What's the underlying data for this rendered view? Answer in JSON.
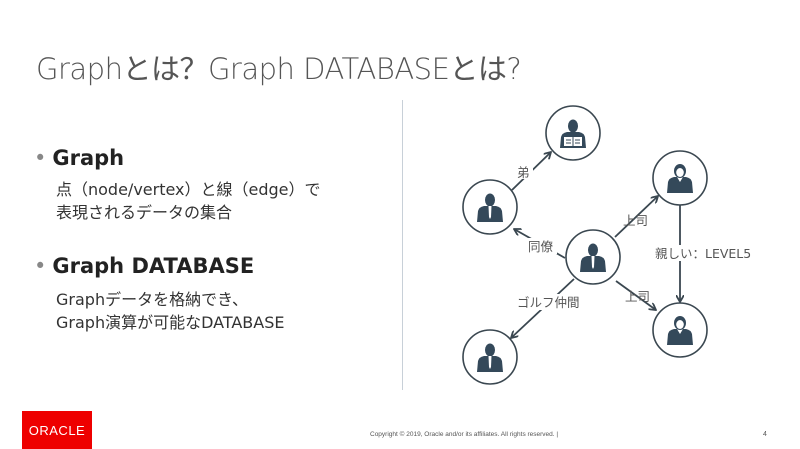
{
  "title": "Graphとは？Graph DATABASEとは?",
  "bullets": [
    {
      "heading": "Graph",
      "lines": [
        "点（node/vertex）と線（edge）で",
        "表現されるデータの集合"
      ]
    },
    {
      "heading": "Graph DATABASE",
      "lines": [
        "Graphデータを格納でき、",
        "Graph演算が可能なDATABASE"
      ]
    }
  ],
  "graph": {
    "node_color": "#34495a",
    "edges": [
      {
        "from": "left-man",
        "to": "reader",
        "label": "弟"
      },
      {
        "from": "center-man",
        "to": "left-man",
        "label": "同僚"
      },
      {
        "from": "center-man",
        "to": "top-woman",
        "label": "上司"
      },
      {
        "from": "center-man",
        "to": "bottom-woman",
        "label": "上司"
      },
      {
        "from": "center-man",
        "to": "bottom-left-man",
        "label": "ゴルフ仲間"
      },
      {
        "from": "top-woman",
        "to": "bottom-woman",
        "label": "親しい：LEVEL5"
      }
    ]
  },
  "footer": {
    "logo": "ORACLE",
    "copyright": "Copyright © 2019, Oracle and/or its affiliates. All rights reserved.  |",
    "page": "4",
    "brand_color": "#ee0000"
  }
}
